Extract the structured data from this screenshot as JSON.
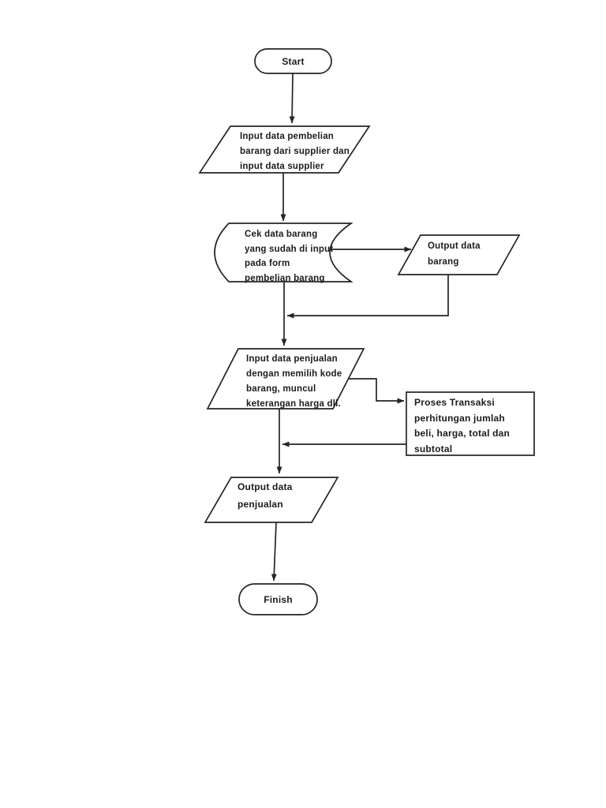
{
  "page": {
    "background_color": "#ffffff",
    "ink_color": "#242424",
    "description": "Scanned flowchart page (Indonesian) for purchasing/sales data process"
  },
  "diagram": {
    "type": "flowchart",
    "nodes": {
      "start": {
        "type": "terminator",
        "label": "Start"
      },
      "input_pembelian": {
        "type": "input-output-parallelogram",
        "label": "Input data pembelian\nbarang dari supplier dan\ninput data supplier"
      },
      "cek_data_barang": {
        "type": "stored-data",
        "label": "Cek data barang\nyang sudah di input\npada form\npembelian barang"
      },
      "output_barang": {
        "type": "input-output-parallelogram",
        "label": "Output data\nbarang"
      },
      "input_penjualan": {
        "type": "input-output-parallelogram",
        "label": "Input data penjualan\ndengan memilih kode\nbarang, muncul\nketerangan harga dll."
      },
      "proses_transaksi": {
        "type": "process-rectangle",
        "label": "Proses Transaksi\nperhitungan jumlah\nbeli, harga, total dan\nsubtotal"
      },
      "output_penjualan": {
        "type": "input-output-parallelogram",
        "label": "Output data\npenjualan"
      },
      "finish": {
        "type": "terminator",
        "label": "Finish"
      }
    },
    "edges": [
      {
        "from": "start",
        "to": "input_pembelian"
      },
      {
        "from": "input_pembelian",
        "to": "cek_data_barang"
      },
      {
        "from": "cek_data_barang",
        "to": "output_barang"
      },
      {
        "from": "output_barang",
        "to": "input_penjualan"
      },
      {
        "from": "cek_data_barang",
        "to": "input_penjualan"
      },
      {
        "from": "input_penjualan",
        "to": "proses_transaksi"
      },
      {
        "from": "proses_transaksi",
        "to": "output_penjualan"
      },
      {
        "from": "input_penjualan",
        "to": "output_penjualan"
      },
      {
        "from": "output_penjualan",
        "to": "finish"
      }
    ]
  }
}
